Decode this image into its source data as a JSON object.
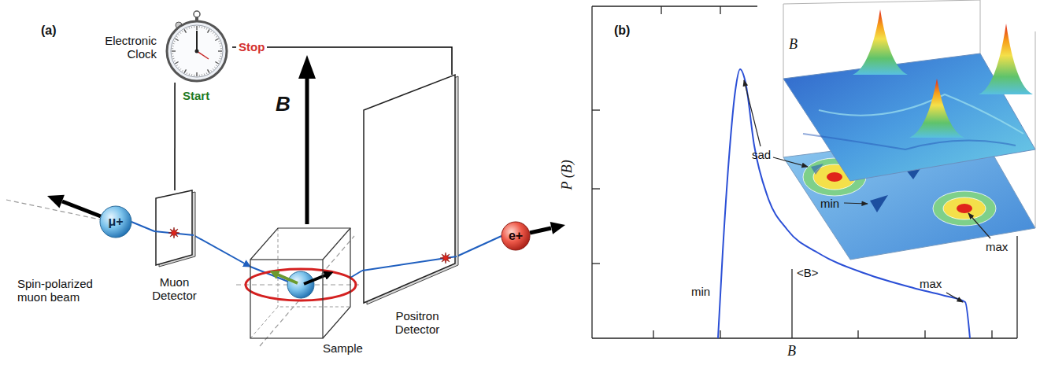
{
  "diagram": {
    "nodes": [
      {
        "text": [
          "Electronic Clock"
        ]
      },
      {
        "text": [
          "μ+"
        ]
      },
      {
        "text": [
          "Muon Detector"
        ]
      },
      {
        "text": [
          "Sample"
        ]
      },
      {
        "text": [
          "Positron Detector"
        ]
      },
      {
        "text": [
          "e+"
        ]
      }
    ],
    "edges": [
      {
        "from": 1,
        "to": 2,
        "arrow": "none"
      },
      {
        "from": 2,
        "to": 3,
        "arrow": "to"
      },
      {
        "from": 3,
        "to": 4,
        "arrow": "none"
      },
      {
        "from": 4,
        "to": 5,
        "arrow": "none"
      },
      {
        "from": 0,
        "to": 2,
        "arrow": "none",
        "label": "Start"
      },
      {
        "from": 0,
        "to": 4,
        "arrow": "none",
        "label": "Stop"
      }
    ],
    "labels": [
      "(a)",
      "B",
      "Spin-polarized muon beam",
      "(b)",
      "P (B)",
      "B",
      "min",
      "<B>",
      "max",
      "B",
      "sad",
      "min",
      "max"
    ]
  }
}
